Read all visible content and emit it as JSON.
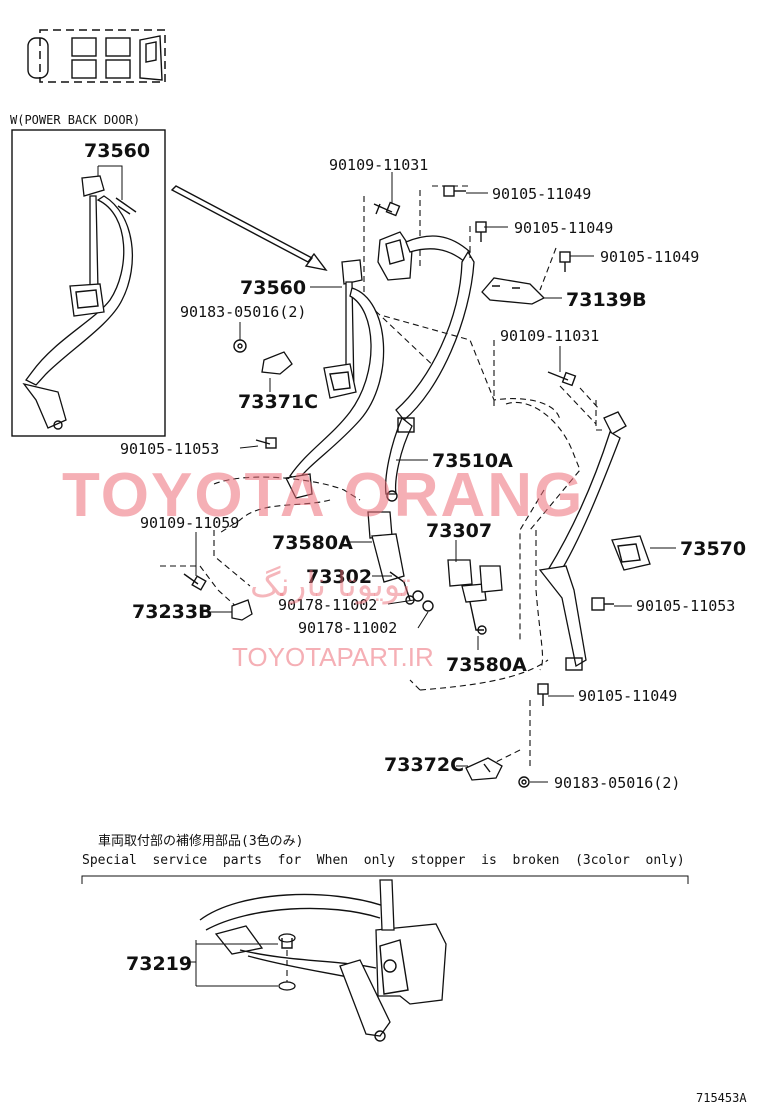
{
  "header": {
    "code_icon": "3-row-seat-icon"
  },
  "inset": {
    "title": "W(POWER BACK DOOR)",
    "part": "73560"
  },
  "labels": {
    "p90109_11031_top": "90109-11031",
    "p90105_11049_a": "90105-11049",
    "p90105_11049_b": "90105-11049",
    "p90105_11049_c": "90105-11049",
    "p73560": "73560",
    "p73139B": "73139B",
    "p90183_05016_a": "90183-05016(2)",
    "p90109_11031_right": "90109-11031",
    "p73371C": "73371C",
    "p90105_11053_left": "90105-11053",
    "p73510A": "73510A",
    "p90109_11059": "90109-11059",
    "p73307": "73307",
    "p73580A_left": "73580A",
    "p73570": "73570",
    "p73302": "73302",
    "p90178_11002_a": "90178-11002",
    "p73233B": "73233B",
    "p90105_11053_right": "90105-11053",
    "p90178_11002_b": "90178-11002",
    "p73580A_right": "73580A",
    "p90105_11049_d": "90105-11049",
    "p73372C": "73372C",
    "p90183_05016_b": "90183-05016(2)",
    "p73219": "73219"
  },
  "service_note": {
    "japanese": "車両取付部の補修用部品(3色のみ)",
    "english": "Special  service  parts  for  When  only  stopper  is  broken  (3color  only)"
  },
  "watermark": {
    "main": "TOYOTA ORANG",
    "url": "TOYOTAPART.IR",
    "persian": "تویوتا نارنگ"
  },
  "figure_id": "715453A"
}
